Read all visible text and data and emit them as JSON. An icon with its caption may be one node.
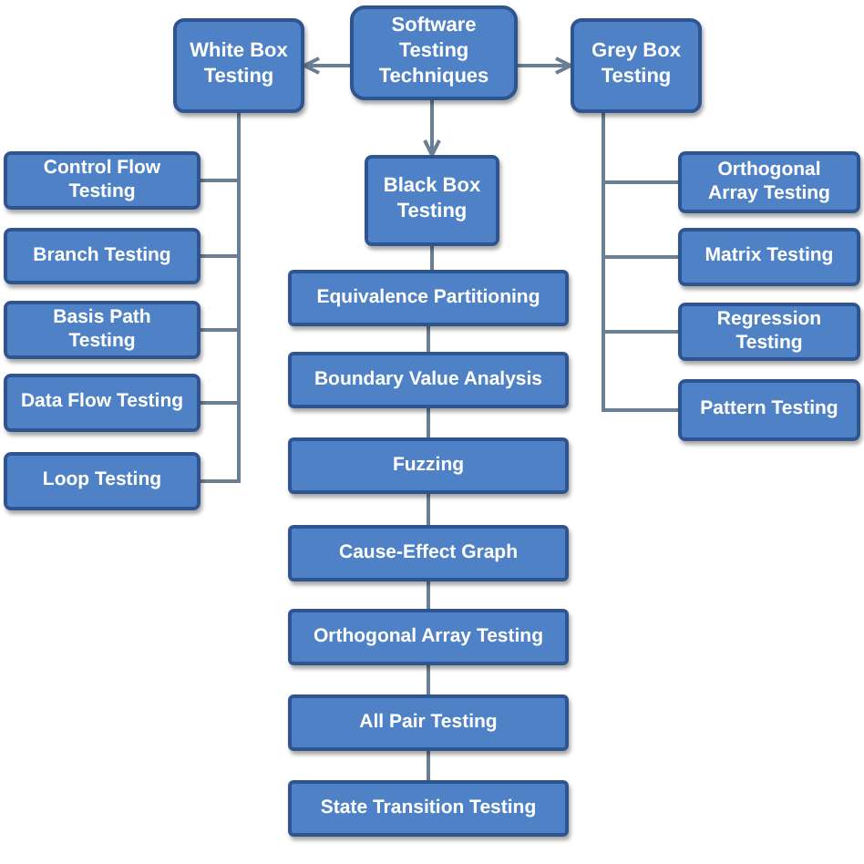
{
  "diagram": {
    "nodes": [
      {
        "text": [
          "Software Testing Techniques"
        ]
      },
      {
        "text": [
          "White Box Testing"
        ]
      },
      {
        "text": [
          "Grey Box Testing"
        ]
      },
      {
        "text": [
          "Black Box Testing"
        ]
      },
      {
        "text": [
          "Control Flow Testing"
        ]
      },
      {
        "text": [
          "Branch Testing"
        ]
      },
      {
        "text": [
          "Basis Path Testing"
        ]
      },
      {
        "text": [
          "Data Flow Testing"
        ]
      },
      {
        "text": [
          "Loop Testing"
        ]
      },
      {
        "text": [
          "Orthogonal Array Testing"
        ]
      },
      {
        "text": [
          "Matrix Testing"
        ]
      },
      {
        "text": [
          "Regression Testing"
        ]
      },
      {
        "text": [
          "Pattern Testing"
        ]
      },
      {
        "text": [
          "Equivalence Partitioning"
        ]
      },
      {
        "text": [
          "Boundary Value Analysis"
        ]
      },
      {
        "text": [
          "Fuzzing"
        ]
      },
      {
        "text": [
          "Cause-Effect Graph"
        ]
      },
      {
        "text": [
          "Orthogonal Array Testing"
        ]
      },
      {
        "text": [
          "All Pair Testing"
        ]
      },
      {
        "text": [
          "State Transition Testing"
        ]
      }
    ],
    "edges": [
      {
        "from": 0,
        "to": 1,
        "arrow": "to"
      },
      {
        "from": 0,
        "to": 2,
        "arrow": "to"
      },
      {
        "from": 0,
        "to": 3,
        "arrow": "to"
      },
      {
        "from": 1,
        "to": 4,
        "arrow": "none"
      },
      {
        "from": 1,
        "to": 5,
        "arrow": "none"
      },
      {
        "from": 1,
        "to": 6,
        "arrow": "none"
      },
      {
        "from": 1,
        "to": 7,
        "arrow": "none"
      },
      {
        "from": 1,
        "to": 8,
        "arrow": "none"
      },
      {
        "from": 2,
        "to": 9,
        "arrow": "none"
      },
      {
        "from": 2,
        "to": 10,
        "arrow": "none"
      },
      {
        "from": 2,
        "to": 11,
        "arrow": "none"
      },
      {
        "from": 2,
        "to": 12,
        "arrow": "none"
      },
      {
        "from": 3,
        "to": 13,
        "arrow": "none"
      },
      {
        "from": 13,
        "to": 14,
        "arrow": "none"
      },
      {
        "from": 14,
        "to": 15,
        "arrow": "none"
      },
      {
        "from": 15,
        "to": 16,
        "arrow": "none"
      },
      {
        "from": 16,
        "to": 17,
        "arrow": "none"
      },
      {
        "from": 17,
        "to": 18,
        "arrow": "none"
      },
      {
        "from": 18,
        "to": 19,
        "arrow": "none"
      }
    ]
  }
}
